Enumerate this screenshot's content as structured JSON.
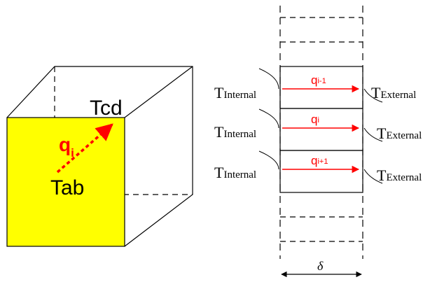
{
  "colors": {
    "face_fill": "#ffff00",
    "heat_flux": "#ff0000",
    "line": "#000000"
  },
  "cube": {
    "label_top": "Tcd",
    "label_bottom": "Tab",
    "flux_symbol": "q",
    "flux_subscript": "i"
  },
  "layers": [
    {
      "flux_symbol": "q",
      "flux_subscript": "i-1",
      "left_main": "T",
      "left_sub": "Internal",
      "right_main": "T",
      "right_sub": "External"
    },
    {
      "flux_symbol": "q",
      "flux_subscript": "i",
      "left_main": "T",
      "left_sub": "Internal",
      "right_main": "T",
      "right_sub": "External"
    },
    {
      "flux_symbol": "q",
      "flux_subscript": "i+1",
      "left_main": "T",
      "left_sub": "Internal",
      "right_main": "T",
      "right_sub": "External"
    }
  ],
  "thickness_label": "δ"
}
